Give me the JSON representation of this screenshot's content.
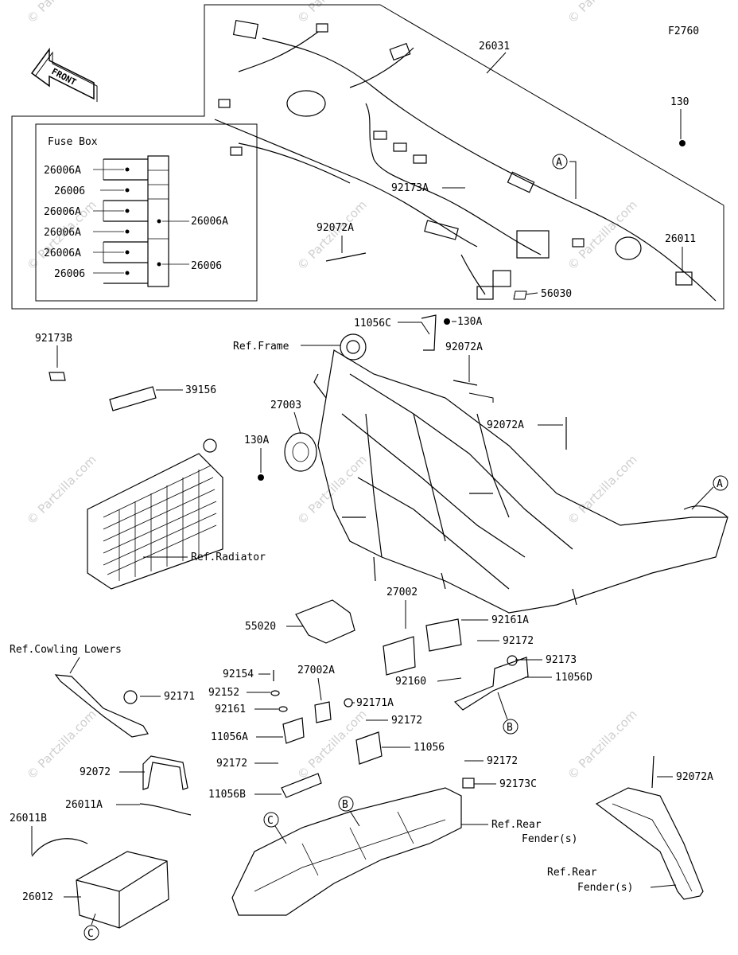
{
  "figure_code": "F2760",
  "front_label": "FRONT",
  "fuse_box": {
    "title": "Fuse Box",
    "left_labels": [
      "26006A",
      "26006",
      "26006A",
      "26006A",
      "26006A",
      "26006"
    ],
    "right_labels": [
      "26006A",
      "26006"
    ]
  },
  "callouts": {
    "harness": "26031",
    "p130": "130",
    "circle_a1": "A",
    "p92173A": "92173A",
    "p92072A_1": "92072A",
    "p26011": "26011",
    "p56030": "56030",
    "p11056C": "11056C",
    "p130A_1": "130A",
    "ref_frame": "Ref.Frame",
    "p92072A_2": "92072A",
    "p92173B": "92173B",
    "p39156": "39156",
    "p27003": "27003",
    "p130A_2": "130A",
    "p92072A_3": "92072A",
    "circle_a2": "A",
    "ref_radiator": "Ref.Radiator",
    "p27002": "27002",
    "p92161A": "92161A",
    "p55020": "55020",
    "p92172_1": "92172",
    "p92173": "92173",
    "ref_cowling": "Ref.Cowling Lowers",
    "p92154": "92154",
    "p27002A": "27002A",
    "p92160": "92160",
    "p11056D": "11056D",
    "p92152": "92152",
    "p92171": "92171",
    "p92171A": "92171A",
    "p92161": "92161",
    "p92172_2": "92172",
    "circle_b1": "B",
    "p11056A": "11056A",
    "p11056": "11056",
    "p92072": "92072",
    "p92172_3": "92172",
    "p92172_4": "92172",
    "p92173C": "92173C",
    "p92072A_4": "92072A",
    "p26011A": "26011A",
    "p11056B": "11056B",
    "circle_c1": "C",
    "circle_b2": "B",
    "ref_rear_fender_1a": "Ref.Rear",
    "ref_rear_fender_1b": "Fender(s)",
    "p26011B": "26011B",
    "ref_rear_fender_2a": "Ref.Rear",
    "ref_rear_fender_2b": "Fender(s)",
    "p26012": "26012",
    "circle_c2": "C"
  },
  "watermark": {
    "text": "© Partzilla.com",
    "color": "#cfcfcf"
  }
}
